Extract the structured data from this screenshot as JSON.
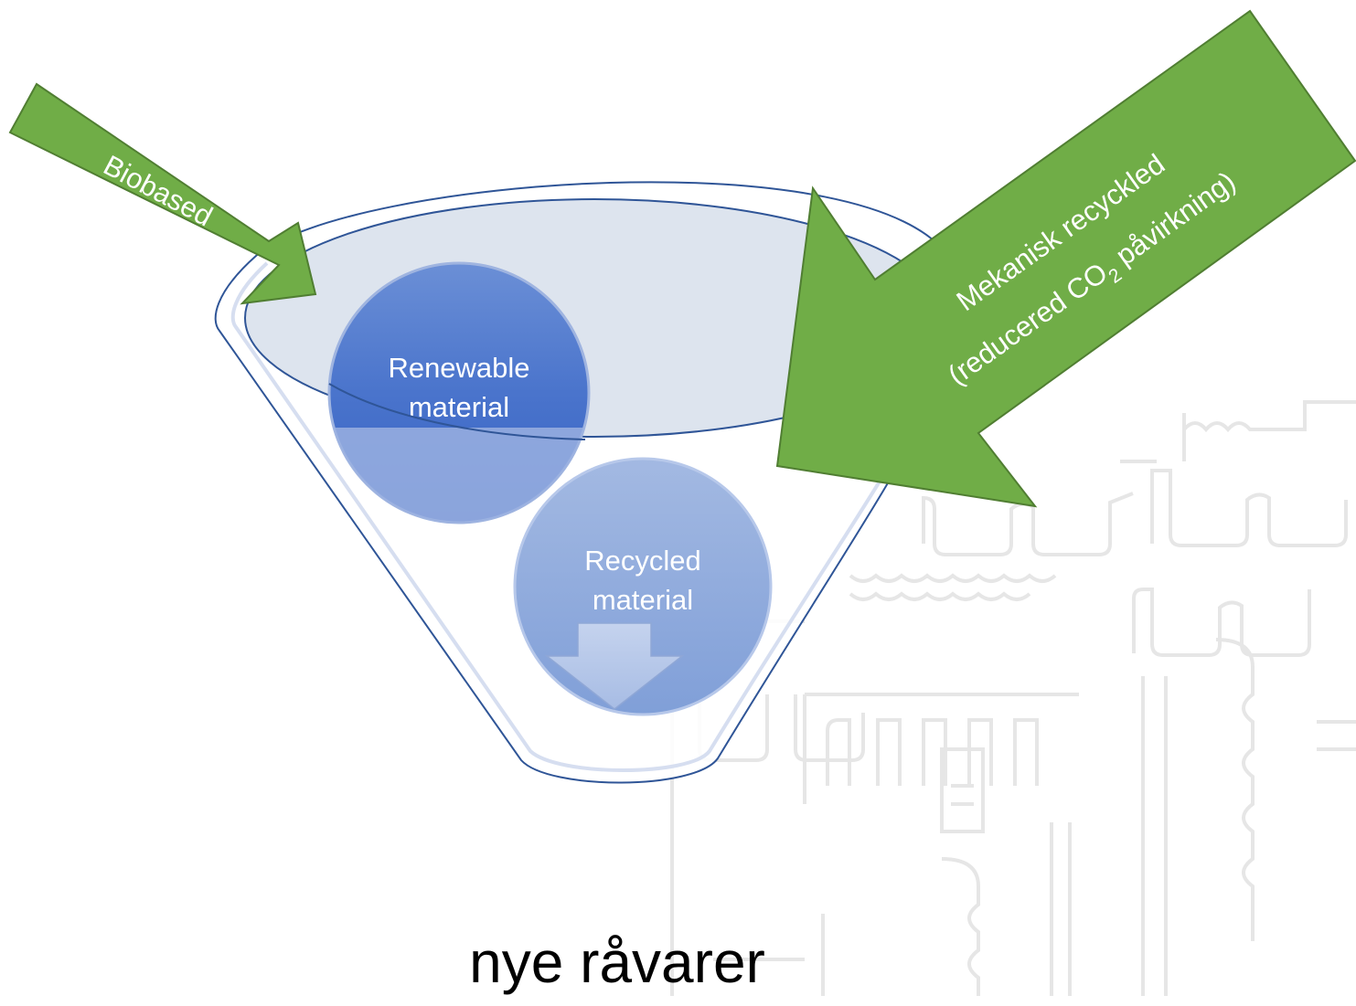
{
  "diagram": {
    "circles": {
      "renewable": {
        "line1": "Renewable",
        "line2": "material"
      },
      "recycled": {
        "line1": "Recycled",
        "line2": "material"
      }
    },
    "arrows": {
      "biobased": {
        "label": "Biobased"
      },
      "mechanical": {
        "line1": "Mekanisk recyckled",
        "line2_before": "(reducered CO",
        "line2_sub": "2",
        "line2_after": " påvirkning)"
      }
    },
    "output": {
      "label": "nye råvarer"
    },
    "colors": {
      "arrow_green": "#70ad47",
      "arrow_outline": "#507e32",
      "funnel_outline": "#2f5597",
      "renewable_blue": "#4472c4",
      "recycled_blue": "#8eaadb",
      "down_arrow": "#b4c7e7"
    }
  }
}
